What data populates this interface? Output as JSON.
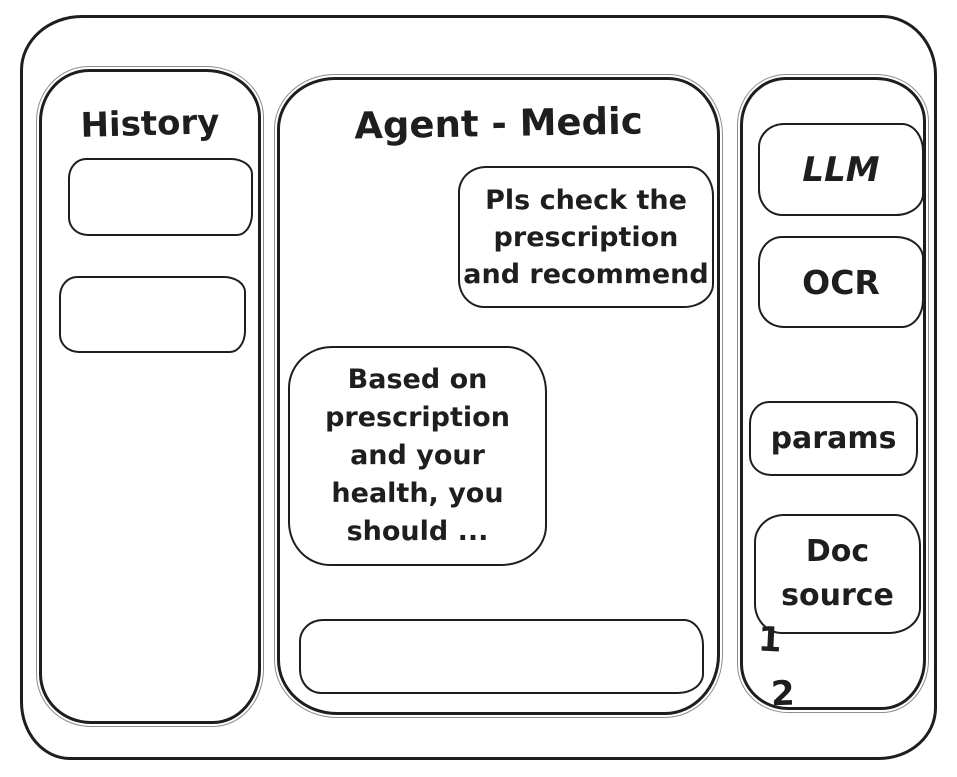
{
  "sidebar": {
    "title": "History",
    "items": [
      {
        "label": ""
      },
      {
        "label": ""
      }
    ]
  },
  "chat": {
    "title": "Agent - Medic",
    "messages": [
      {
        "role": "user",
        "text": "Pls check the\nprescription\nand recommend"
      },
      {
        "role": "assistant",
        "text": "Based on\nprescription\nand your\nhealth, you\nshould ..."
      }
    ],
    "input": {
      "value": "",
      "placeholder": ""
    }
  },
  "tools": {
    "items": [
      {
        "label": "LLM"
      },
      {
        "label": "OCR"
      },
      {
        "label": "params"
      },
      {
        "label": "Doc source"
      }
    ],
    "doc_source_numbers": [
      "1",
      "2"
    ]
  },
  "colors": {
    "stroke": "#1e1e1e",
    "background": "#ffffff"
  }
}
